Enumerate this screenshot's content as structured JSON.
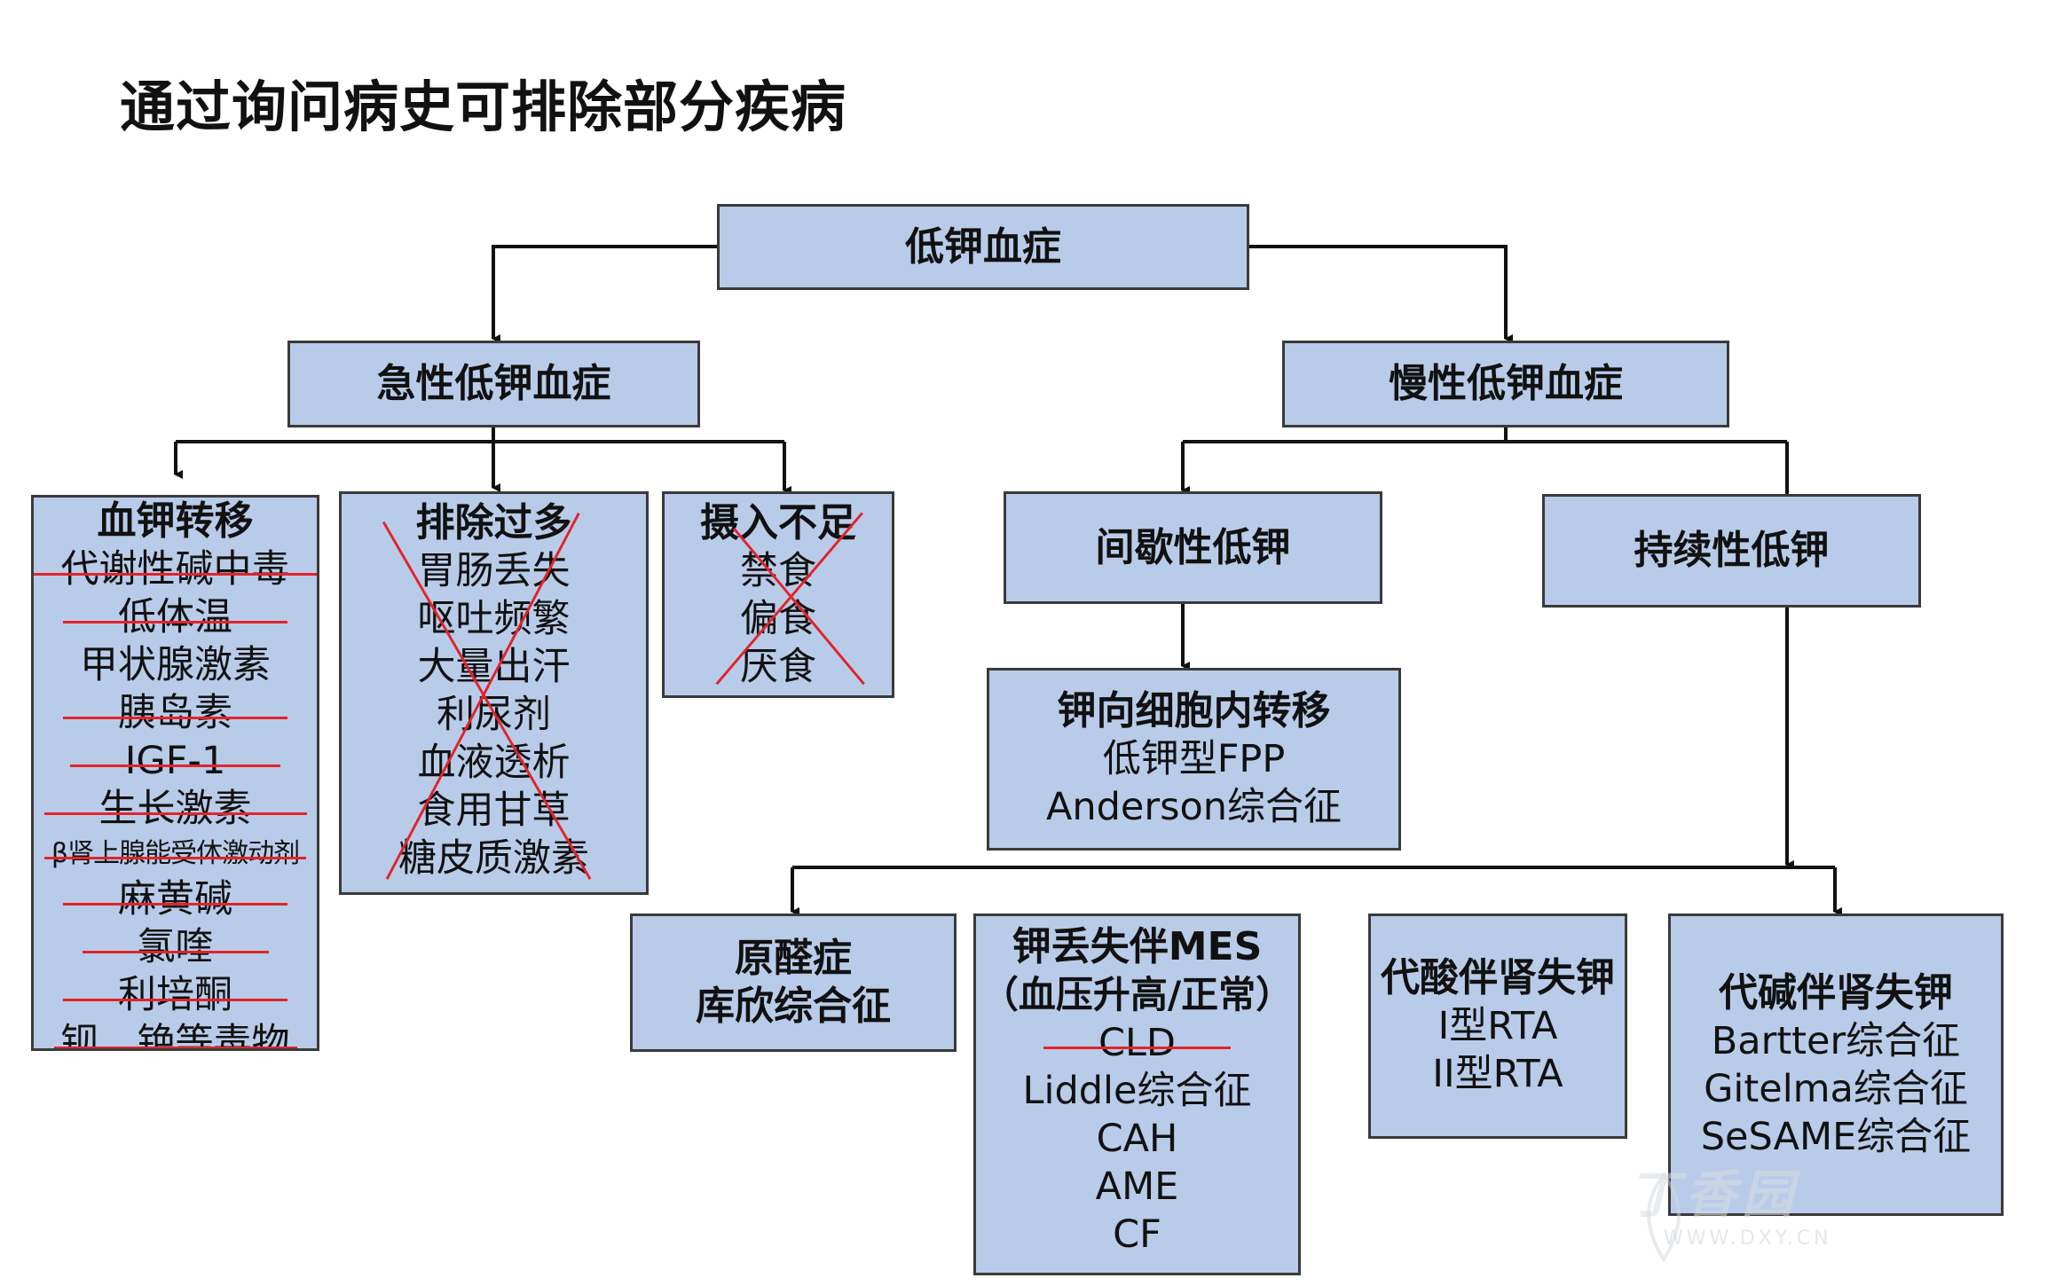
{
  "title": "通过询问病史可排除部分疾病",
  "colors": {
    "box_fill": "#b8cce9",
    "box_border": "#3a3a3a",
    "strike": "#e3232b",
    "line": "#111111"
  },
  "nodes": {
    "root": "低钾血症",
    "acute": "急性低钾血症",
    "chronic": "慢性低钾血症",
    "shift": {
      "heading": "血钾转移",
      "items": [
        "代谢性碱中毒",
        "低体温",
        "甲状腺激素",
        "胰岛素",
        "IGF-1",
        "生长激素",
        "β肾上腺能受体激动剂",
        "麻黄碱",
        "氯喹",
        "利培酮",
        "钡、铯等毒物"
      ]
    },
    "excess": {
      "heading": "排除过多",
      "items": [
        "胃肠丢失",
        "呕吐频繁",
        "大量出汗",
        "利尿剂",
        "血液透析",
        "食用甘草",
        "糖皮质激素"
      ]
    },
    "intake": {
      "heading": "摄入不足",
      "items": [
        "禁食",
        "偏食",
        "厌食"
      ]
    },
    "intermittent": "间歇性低钾",
    "persistent": "持续性低钾",
    "intracellular": {
      "heading": "钾向细胞内转移",
      "items": [
        "低钾型FPP",
        "Anderson综合征"
      ]
    },
    "aldo": [
      "原醛症",
      "库欣综合征"
    ],
    "mes": {
      "heading": "钾丢失伴MES",
      "heading2": "（血压升高/正常）",
      "items": [
        "CLD",
        "Liddle综合征",
        "CAH",
        "AME",
        "CF"
      ]
    },
    "acidosis": {
      "heading": "代酸伴肾失钾",
      "items": [
        "I型RTA",
        "II型RTA"
      ]
    },
    "alkalosis": {
      "heading": "代碱伴肾失钾",
      "items": [
        "Bartter综合征",
        "Gitelma综合征",
        "SeSAME综合征"
      ]
    }
  },
  "watermark": {
    "name": "丁香园",
    "url": "WWW.DXY.CN"
  }
}
